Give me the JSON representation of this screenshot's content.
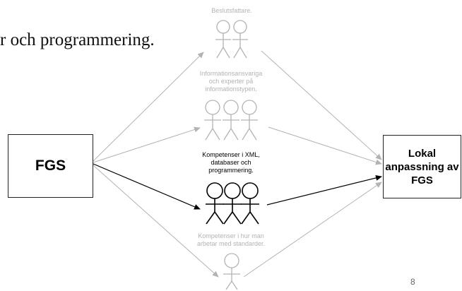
{
  "heading_fragment": "r och programmering.",
  "source_box": {
    "label": "FGS"
  },
  "target_box": {
    "label": "Lokal anpassning av FGS"
  },
  "groups": [
    {
      "id": "beslutsfattare",
      "label": "Beslutsfattare.",
      "figure_count": 2,
      "highlighted": false
    },
    {
      "id": "informationsansvariga",
      "label": "Informationsansvariga\noch experter på\ninformationstypen.",
      "figure_count": 3,
      "highlighted": false
    },
    {
      "id": "kompetenser-xml",
      "label": "Kompetenser i XML,\ndatabaser och\nprogrammering.",
      "figure_count": 3,
      "highlighted": true
    },
    {
      "id": "kompetenser-standarder",
      "label": "Kompetenser i hur man\narbetar med standarder.",
      "figure_count": 1,
      "highlighted": false
    }
  ],
  "slide_number": "8",
  "colors": {
    "faded": "#b3b3b3",
    "active": "#000000",
    "box_border": "#222222"
  }
}
